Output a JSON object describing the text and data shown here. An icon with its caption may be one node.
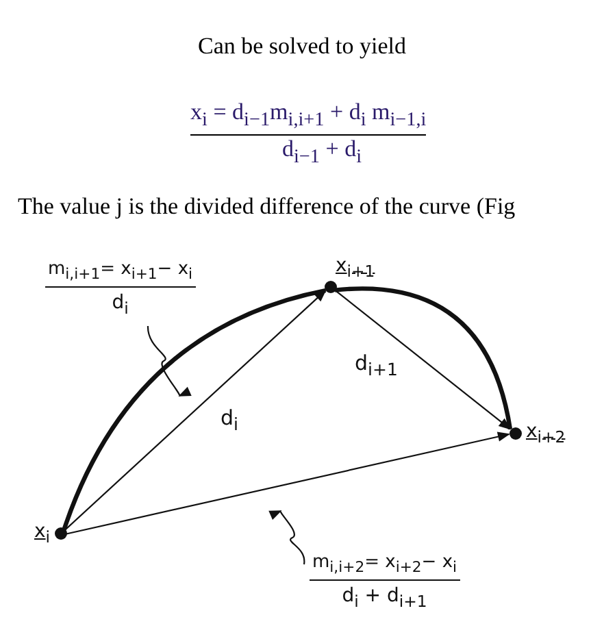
{
  "diagram": {
    "nodes": [
      {
        "text": [
          "x$_{i}$"
        ]
      },
      {
        "text": [
          "x$_{i+1}$"
        ]
      },
      {
        "text": [
          "x$_{i+2}$"
        ]
      },
      {
        "text": [
          "m$_{i,i+1}$= x$_{i+1}$− x$_{i}$",
          "d$_{i}$"
        ]
      },
      {
        "text": [
          "m$_{i,i+2}$= x$_{i+2}$− x$_{i}$",
          "d$_{i}$ + d$_{i+1}$"
        ]
      }
    ],
    "edges": [
      {
        "from": 0,
        "to": 1,
        "arrow": "to",
        "label": "d$_{i}$"
      },
      {
        "from": 1,
        "to": 2,
        "arrow": "to",
        "label": "d$_{i+1}$"
      },
      {
        "from": 0,
        "to": 2,
        "arrow": "to"
      },
      {
        "from": 0,
        "to": 1,
        "arrow": "none",
        "style": "thick"
      },
      {
        "from": 1,
        "to": 2,
        "arrow": "none",
        "style": "thick"
      },
      {
        "from": 3,
        "to": null,
        "arrow": "to"
      },
      {
        "from": 4,
        "to": null,
        "arrow": "to"
      }
    ],
    "labels": [
      "Can be solved to yield",
      "x$_{i}$ = d$_{i−1}$m$_{i,i+1}$ + d$_{i}$ m$_{i−1,i}$",
      "d$_{i−1}$ + d$_{i}$",
      "The value  j is the divided difference of the curve (Fig"
    ]
  }
}
